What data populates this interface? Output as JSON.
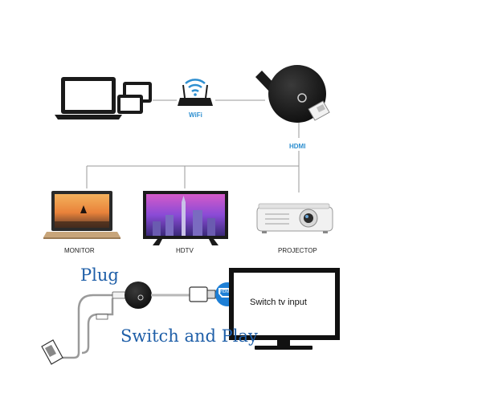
{
  "labels": {
    "wifi": "WiFi",
    "hdmi": "HDMI",
    "monitor": "MONITOR",
    "hdtv": "HDTV",
    "projector": "PROJECTOP",
    "plug": "Plug",
    "switch_play": "Switch and Play",
    "hdmi_port": "HDMI",
    "tv_input": "Switch tv input"
  },
  "icons": [
    "laptop-icon",
    "tablets-icon",
    "wifi-router-icon",
    "chromecast-dongle-icon",
    "monitor-icon",
    "hdtv-icon",
    "projector-icon",
    "usb-cable-icon",
    "tv-screen-icon"
  ],
  "colors": {
    "accent": "#2e8fd0",
    "line": "#9a9a9a",
    "dark": "#1a1a1a"
  }
}
